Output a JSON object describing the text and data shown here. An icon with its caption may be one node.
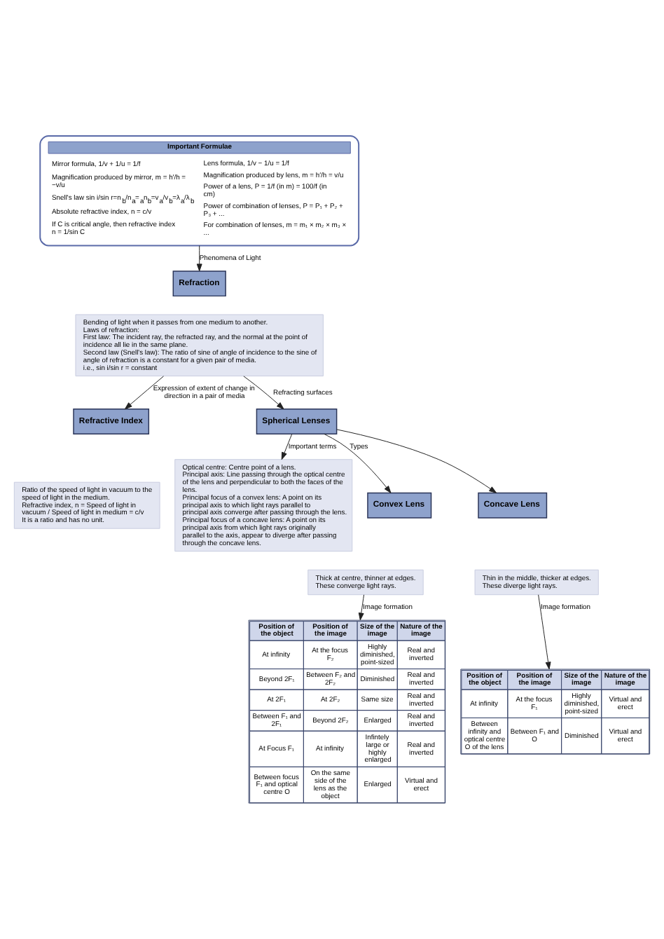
{
  "diagram": {
    "nodes": [
      {
        "text": [
          "Important Formulae",
          "Mirror formula, 1/v + 1/u = 1/f",
          "Magnification produced by mirror, m = h′/h = −v/u",
          "Snell's law sin i/sin r=n$_{b}$/n$_{a}$=$_{a}$n$_{b}$=v$_{a}$/v$_{b}$=λ$_{a}$/λ$_{b}$",
          "Absolute refractive index, n = c/v",
          "If C is critical angle, then refractive index n = 1/sin C",
          "Lens formula, 1/v − 1/u = 1/f",
          "Magnification produced by lens, m = h′/h = v/u",
          "Power of a lens, P = 1/f (in m) = 100/f (in cm)",
          "Power of combination of lenses, P = P₁ + P₂ + P₃ + ...",
          "For combination of lenses, m = m₁ × m₂ × m₃ × ..."
        ]
      },
      {
        "text": [
          "Refraction"
        ]
      },
      {
        "text": [
          "Bending of light when it passes from one medium to another.",
          "Laws of refraction:",
          "First law: The incident ray, the refracted ray, and the normal at the point of incidence all lie in the same plane.",
          "Second law (Snell's law): The ratio of sine of angle of incidence to the sine of angle of refraction is a constant for a given pair of media.",
          "i.e., sin i/sin r = constant"
        ]
      },
      {
        "text": [
          "Refractive Index"
        ]
      },
      {
        "text": [
          "Ratio of the speed of light in vacuum to the speed of light in the medium.",
          "Refractive index, n = Speed of light in vacuum / Speed of light in medium = c/v",
          "It is a ratio and has no unit."
        ]
      },
      {
        "text": [
          "Spherical Lenses"
        ]
      },
      {
        "text": [
          "Optical centre: Centre point of a lens.",
          "Principal axis: Line passing through the optical centre of the lens and perpendicular to both the faces of the lens.",
          "Principal focus of a convex lens: A point on its principal axis to which light rays parallel to principal axis converge after passing through the lens.",
          "Principal focus of a concave lens: A point on its principal axis from which light rays originally parallel to the axis, appear to diverge after passing through the concave lens."
        ]
      },
      {
        "text": [
          "Convex Lens"
        ]
      },
      {
        "text": [
          "Thick at centre, thinner at edges.",
          "These converge light rays."
        ]
      },
      {
        "text": [
          "Position of the object",
          "Position of the image",
          "Size of the image",
          "Nature of the image",
          "At infinity",
          "At the focus F₂",
          "Highly diminished, point-sized",
          "Real and inverted",
          "Beyond 2F₁",
          "Between F₂ and 2F₂",
          "Diminished",
          "Real and inverted",
          "At 2F₁",
          "At 2F₂",
          "Same size",
          "Real and inverted",
          "Between F₁ and 2F₁",
          "Beyond 2F₂",
          "Enlarged",
          "Real and inverted",
          "At Focus F₁",
          "At infinity",
          "Infintely large or highly enlarged",
          "Real and inverted",
          "Between focus F₁ and optical centre O",
          "On the same side of the lens as the object",
          "Enlarged",
          "Virtual and erect"
        ]
      },
      {
        "text": [
          "Concave Lens"
        ]
      },
      {
        "text": [
          "Thin in the middle, thicker at edges.",
          "These diverge light rays."
        ]
      },
      {
        "text": [
          "Position of the object",
          "Position of the image",
          "Size of the image",
          "Nature of the image",
          "At infinity",
          "At the focus F₁",
          "Highly diminished, point-sized",
          "Virtual and erect",
          "Between infinity and optical centre O of the lens",
          "Between F₁ and O",
          "Diminished",
          "Virtual and erect"
        ]
      }
    ],
    "edges": [
      {
        "from": 0,
        "to": 1,
        "arrow": "to",
        "label": "Phenomena of Light"
      },
      {
        "from": 2,
        "to": 3,
        "arrow": "to",
        "label": "Expression of extent of change in direction in a pair of media"
      },
      {
        "from": 2,
        "to": 5,
        "arrow": "to",
        "label": "Refracting surfaces"
      },
      {
        "from": 5,
        "to": 6,
        "arrow": "to",
        "label": "Important terms"
      },
      {
        "from": 5,
        "to": 7,
        "arrow": "to",
        "label": "Types"
      },
      {
        "from": 5,
        "to": 10,
        "arrow": "to"
      },
      {
        "from": 8,
        "to": 9,
        "arrow": "to",
        "label": "Image formation"
      },
      {
        "from": 11,
        "to": 12,
        "arrow": "to",
        "label": "Image formation"
      }
    ]
  }
}
